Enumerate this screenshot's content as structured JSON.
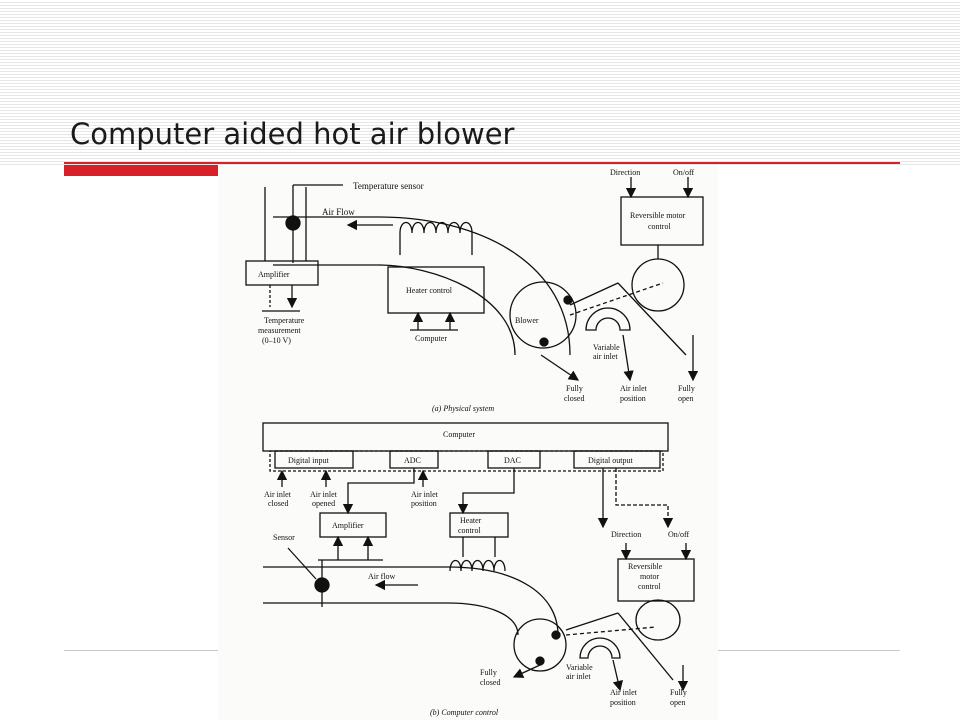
{
  "slide": {
    "title": "Computer aided hot air blower",
    "accent_color": "#d8202a"
  },
  "diagram_a": {
    "caption": "(a) Physical system",
    "temperature_sensor": "Temperature sensor",
    "air_flow": "Air Flow",
    "amplifier": "Amplifier",
    "temperature_measurement": [
      "Temperature",
      "measurement",
      "(0–10 V)"
    ],
    "heater_control": "Heater control",
    "computer": "Computer",
    "blower": "Blower",
    "variable_air_inlet": [
      "Variable",
      "air inlet"
    ],
    "fully_closed": [
      "Fully",
      "closed"
    ],
    "air_inlet_position": [
      "Air inlet",
      "position"
    ],
    "fully_open": [
      "Fully",
      "open"
    ],
    "direction": "Direction",
    "on_off": "On/off",
    "reversible_motor_control": [
      "Reversible motor",
      "control"
    ]
  },
  "diagram_b": {
    "caption": "(b) Computer control",
    "computer": "Computer",
    "digital_input": "Digital input",
    "adc": "ADC",
    "dac": "DAC",
    "digital_output": "Digital output",
    "air_inlet_closed": [
      "Air inlet",
      "closed"
    ],
    "air_inlet_opened": [
      "Air inlet",
      "opened"
    ],
    "air_inlet_position_top": [
      "Air inlet",
      "position"
    ],
    "amplifier": "Amplifier",
    "heater_control": [
      "Heater",
      "control"
    ],
    "direction": "Direction",
    "on_off": "On/off",
    "sensor": "Sensor",
    "air_flow": "Air flow",
    "reversible_motor_control": [
      "Reversible",
      "motor",
      "control"
    ],
    "fully_closed": [
      "Fully",
      "closed"
    ],
    "variable_air_inlet": [
      "Variable",
      "air inlet"
    ],
    "air_inlet_position": [
      "Air inlet",
      "position"
    ],
    "fully_open": [
      "Fully",
      "open"
    ]
  }
}
